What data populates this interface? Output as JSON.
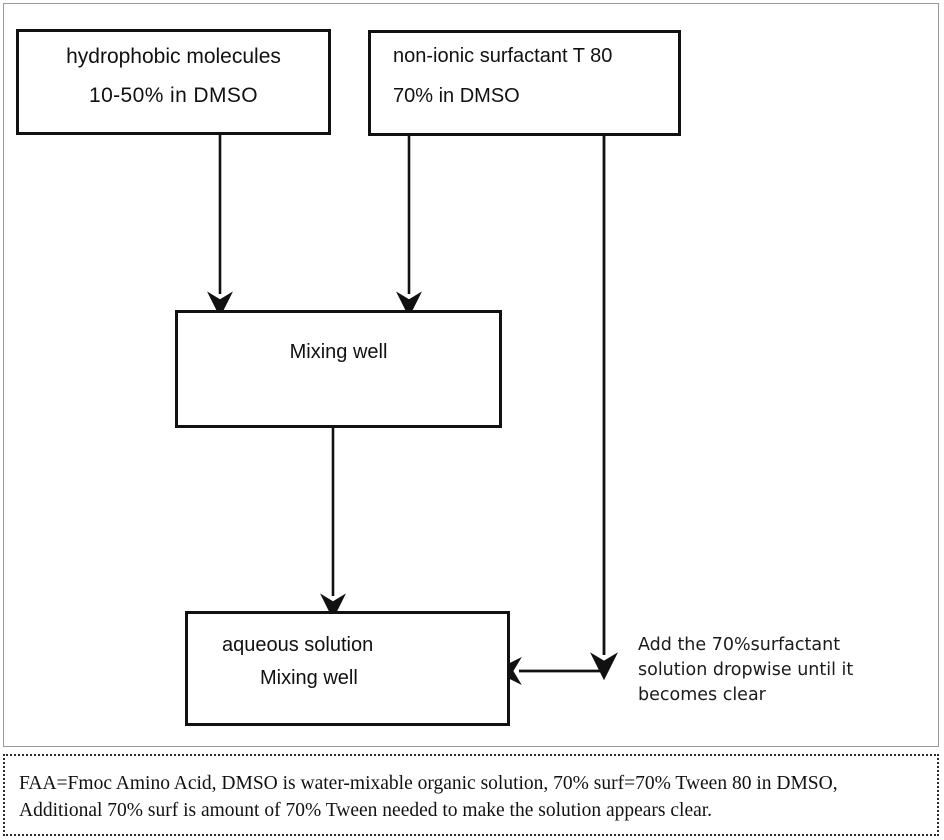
{
  "diagram": {
    "type": "flowchart",
    "title": "",
    "nodes": [
      {
        "id": "hydrophobic",
        "label_line1": "hydrophobic molecules",
        "label_line2": "10-50% in DMSO"
      },
      {
        "id": "surfactant",
        "label_line1": "non-ionic surfactant T 80",
        "label_line2": "70% in DMSO"
      },
      {
        "id": "mixing-well",
        "label_line1": "Mixing well"
      },
      {
        "id": "aqueous",
        "label_line1": "aqueous solution",
        "label_line2": "Mixing well"
      }
    ],
    "annotation": "Add the 70%surfactant\nsolution dropwise until it\nbecomes clear",
    "caption": "FAA=Fmoc Amino Acid, DMSO is water-mixable organic solution, 70% surf=70% Tween 80 in DMSO,\nAdditional 70% surf is amount of 70% Tween needed to make the solution appears clear.",
    "colors": {
      "stroke": "#111111",
      "background": "#ffffff",
      "panel_border": "#9a9a9a",
      "caption_border": "#2b2b2b"
    }
  }
}
